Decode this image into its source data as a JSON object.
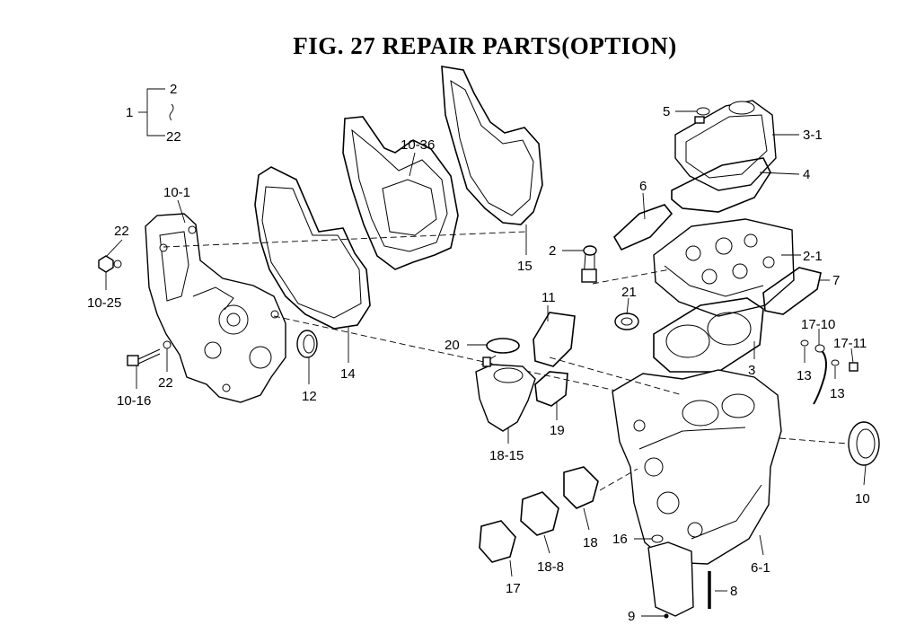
{
  "title": "FIG. 27  REPAIR PARTS(OPTION)",
  "set_bracket": {
    "ref": "1",
    "from": "2",
    "to": "22"
  },
  "callouts": {
    "p10_1": "10-1",
    "p22a": "22",
    "p10_25": "10-25",
    "p10_16": "10-16",
    "p22b": "22",
    "p12": "12",
    "p14": "14",
    "p10_36": "10-36",
    "p15": "15",
    "p5": "5",
    "p3_1": "3-1",
    "p4": "4",
    "p6": "6",
    "p2": "2",
    "p2_1": "2-1",
    "p7": "7",
    "p11": "11",
    "p21": "21",
    "p20": "20",
    "p3": "3",
    "p17_10": "17-10",
    "p17_11": "17-11",
    "p13a": "13",
    "p13b": "13",
    "p19": "19",
    "p18_15": "18-15",
    "p10": "10",
    "p16": "16",
    "p18": "18",
    "p18_8": "18-8",
    "p17": "17",
    "p6_1": "6-1",
    "p8": "8",
    "p9": "9"
  }
}
